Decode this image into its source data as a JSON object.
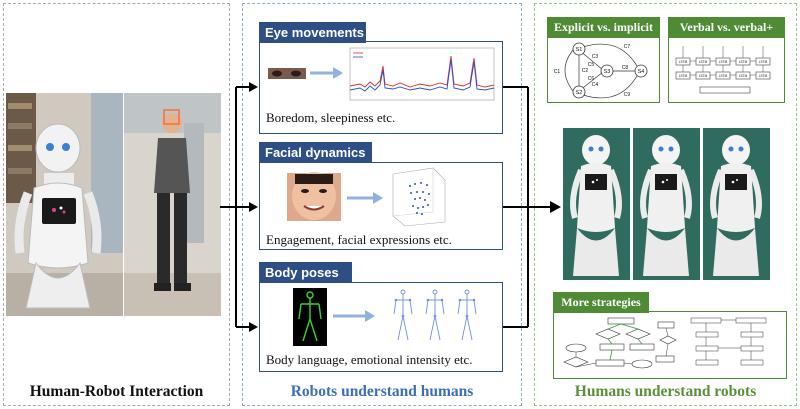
{
  "captions": {
    "left": "Human-Robot Interaction",
    "middle": "Robots understand humans",
    "right": "Humans understand robots"
  },
  "modalities": [
    {
      "title": "Eye movements",
      "label": "Boredom, sleepiness etc."
    },
    {
      "title": "Facial dynamics",
      "label": "Engagement, facial expressions etc."
    },
    {
      "title": "Body poses",
      "label": "Body language, emotional intensity etc."
    }
  ],
  "strategies": {
    "explicit": "Explicit vs. implicit",
    "verbal": "Verbal vs. verbal+",
    "more": "More strategies"
  },
  "state_graph": {
    "nodes": [
      "S1",
      "S2",
      "S3",
      "S4"
    ],
    "edges": [
      "C1",
      "C2",
      "C3",
      "C4",
      "C5",
      "C6",
      "C7",
      "C8",
      "C9"
    ]
  },
  "lstm_label": "LSTM",
  "colors": {
    "blue_header": "#2e4f86",
    "green_header": "#4f8a35",
    "mid_caption": "#3d6fb6",
    "right_caption": "#5d8f3a"
  }
}
